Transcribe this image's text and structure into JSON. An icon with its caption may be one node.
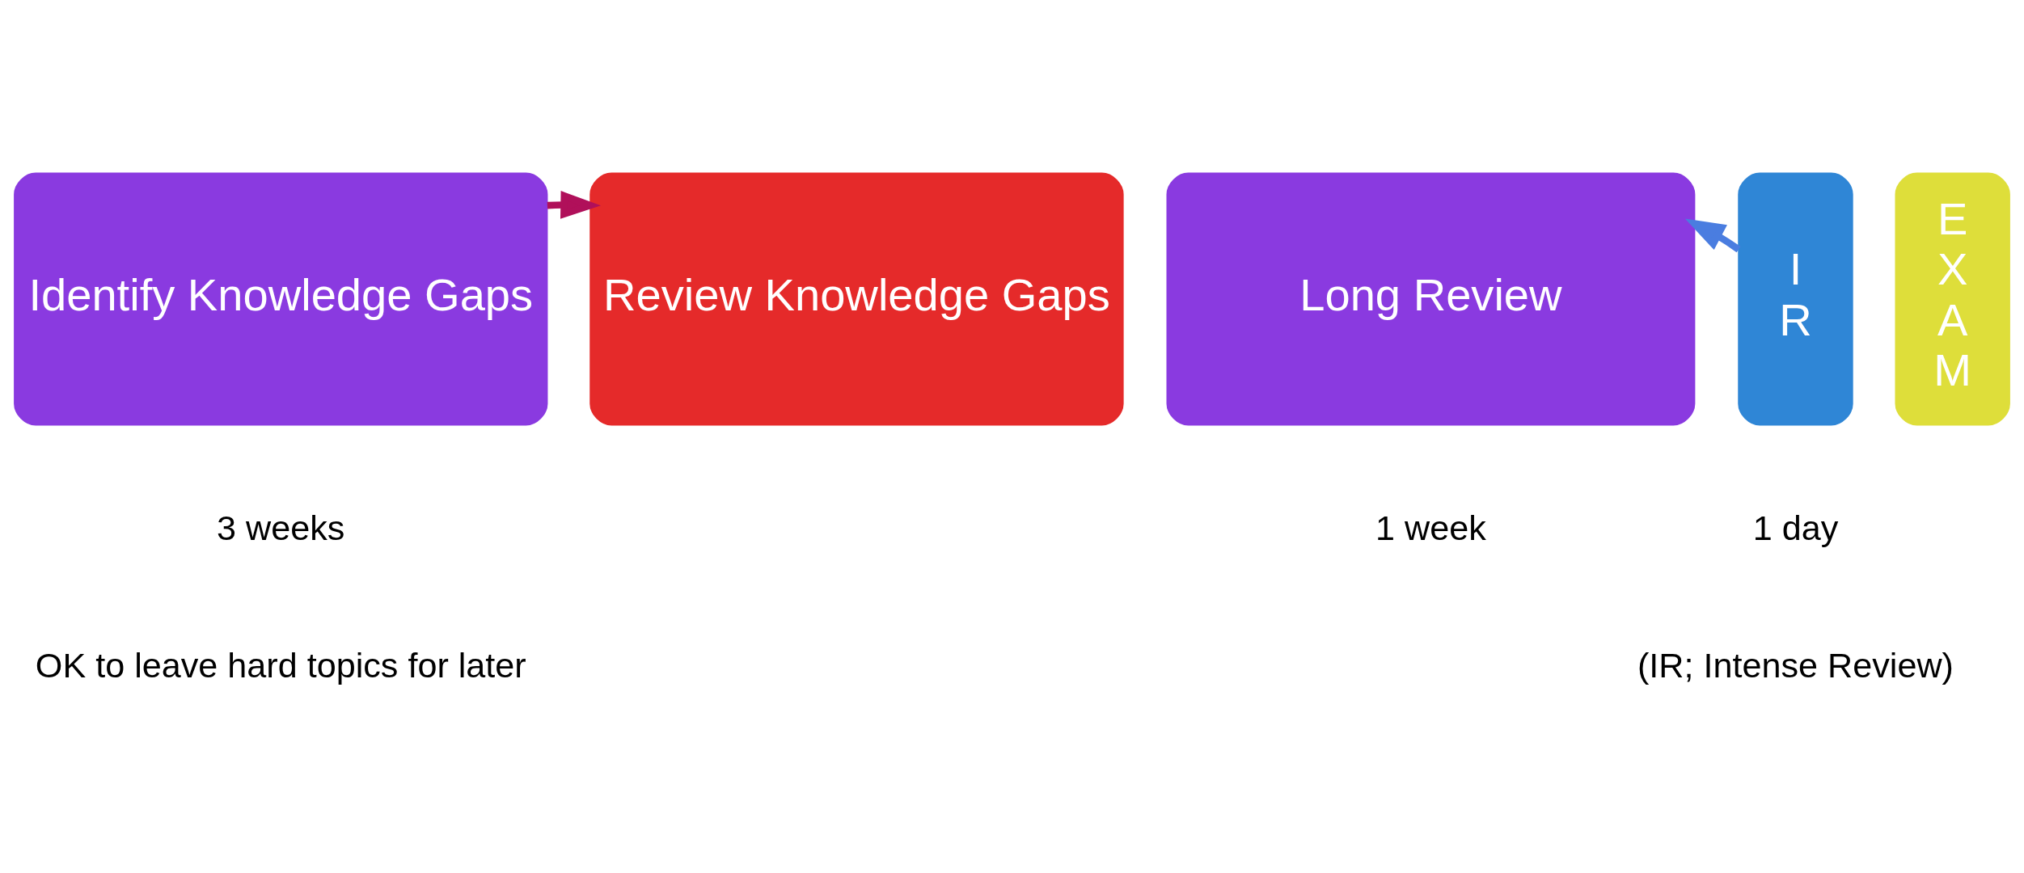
{
  "diagram": {
    "nodes": [
      {
        "text": [
          "Identify Knowledge Gaps"
        ],
        "beside": [
          "3 weeks",
          "OK to leave hard topics for later"
        ]
      },
      {
        "text": [
          "Review Knowledge Gaps"
        ]
      },
      {
        "text": [
          "Long Review"
        ],
        "beside": [
          "1 week"
        ]
      },
      {
        "text": [
          "I R"
        ],
        "beside": [
          "1 day",
          "(IR; Intense Review)"
        ]
      },
      {
        "text": [
          "E X A M"
        ]
      }
    ],
    "edges": [
      {
        "from": 0,
        "to": 1,
        "arrow": "to",
        "color": "#b0105a"
      },
      {
        "from": 3,
        "to": 2,
        "arrow": "to",
        "color": "#4a7de0"
      }
    ]
  }
}
